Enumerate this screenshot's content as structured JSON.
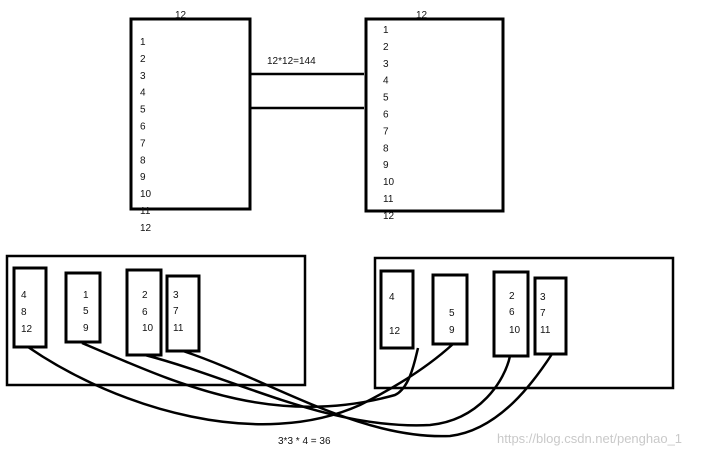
{
  "top": {
    "left_table": {
      "header": "12",
      "rows": [
        "1",
        "2",
        "3",
        "4",
        "5",
        "6",
        "7",
        "8",
        "9",
        "10",
        "11",
        "12"
      ]
    },
    "right_table": {
      "header": "12",
      "rows": [
        "1",
        "2",
        "3",
        "4",
        "5",
        "6",
        "7",
        "8",
        "9",
        "10",
        "11",
        "12"
      ]
    },
    "join_label": "12*12=144"
  },
  "bottom": {
    "left_buckets": [
      {
        "lines": [
          "4",
          "8",
          "12"
        ]
      },
      {
        "lines": [
          "1",
          "5",
          "9"
        ]
      },
      {
        "lines": [
          "2",
          "6",
          "10"
        ]
      },
      {
        "lines": [
          "3",
          "7",
          "11"
        ]
      }
    ],
    "right_buckets": [
      {
        "lines": [
          "4",
          "12"
        ]
      },
      {
        "lines": [
          "5",
          "9"
        ]
      },
      {
        "lines": [
          "2",
          "6",
          "10"
        ]
      },
      {
        "lines": [
          "3",
          "7",
          "11"
        ]
      }
    ],
    "result_label": "3*3 * 4 = 36"
  },
  "watermark": "https://blog.csdn.net/penghao_1"
}
